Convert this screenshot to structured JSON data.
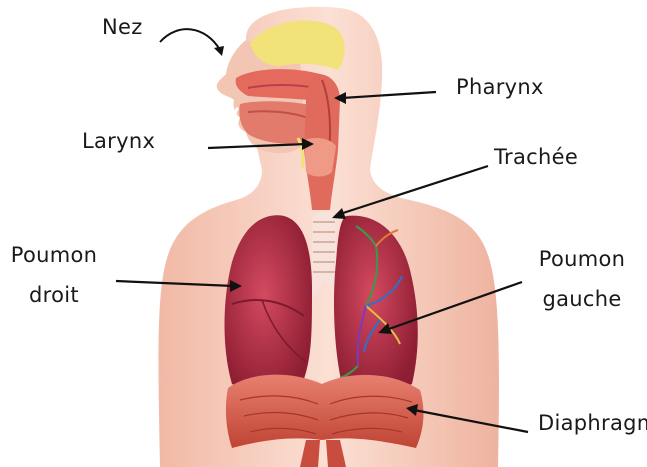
{
  "labels": {
    "nez": "Nez",
    "pharynx": "Pharynx",
    "larynx": "Larynx",
    "trachee": "Trachée",
    "poumon_droit_1": "Poumon",
    "poumon_droit_2": "droit",
    "poumon_gauche_1": "Poumon",
    "poumon_gauche_2": "gauche",
    "diaphragme": "Diaphragme"
  },
  "colors": {
    "skin": "#f6cfc0",
    "skin_shadow": "#e8a994",
    "lung": "#b8304a",
    "muscle": "#d9594a",
    "airway": "#e06b5c",
    "mucosa": "#f2e27a",
    "arrow": "#111111"
  }
}
